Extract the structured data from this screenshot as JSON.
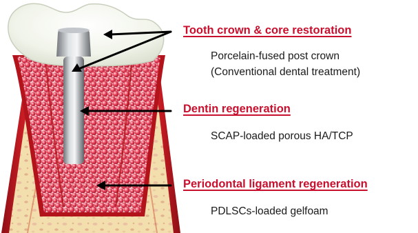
{
  "labels": [
    {
      "heading": "Tooth crown & core restoration",
      "description_lines": [
        "Porcelain-fused post crown",
        "(Conventional dental treatment)"
      ]
    },
    {
      "heading": "Dentin regeneration",
      "description_lines": [
        "SCAP-loaded porous HA/TCP"
      ]
    },
    {
      "heading": "Periodontal ligament regeneration",
      "description_lines": [
        "PDLSCs-loaded gelfoam"
      ]
    }
  ],
  "colors": {
    "heading": "#c8102e",
    "bone_outer": "#b3141c",
    "bone_marrow": "#f0d9a2",
    "granules": "#e0304a",
    "crown": "#f3f6ec",
    "post": "#9ea2a6"
  },
  "icons": [
    "tooth-crown-icon",
    "metal-post-icon",
    "arrow-icon"
  ]
}
